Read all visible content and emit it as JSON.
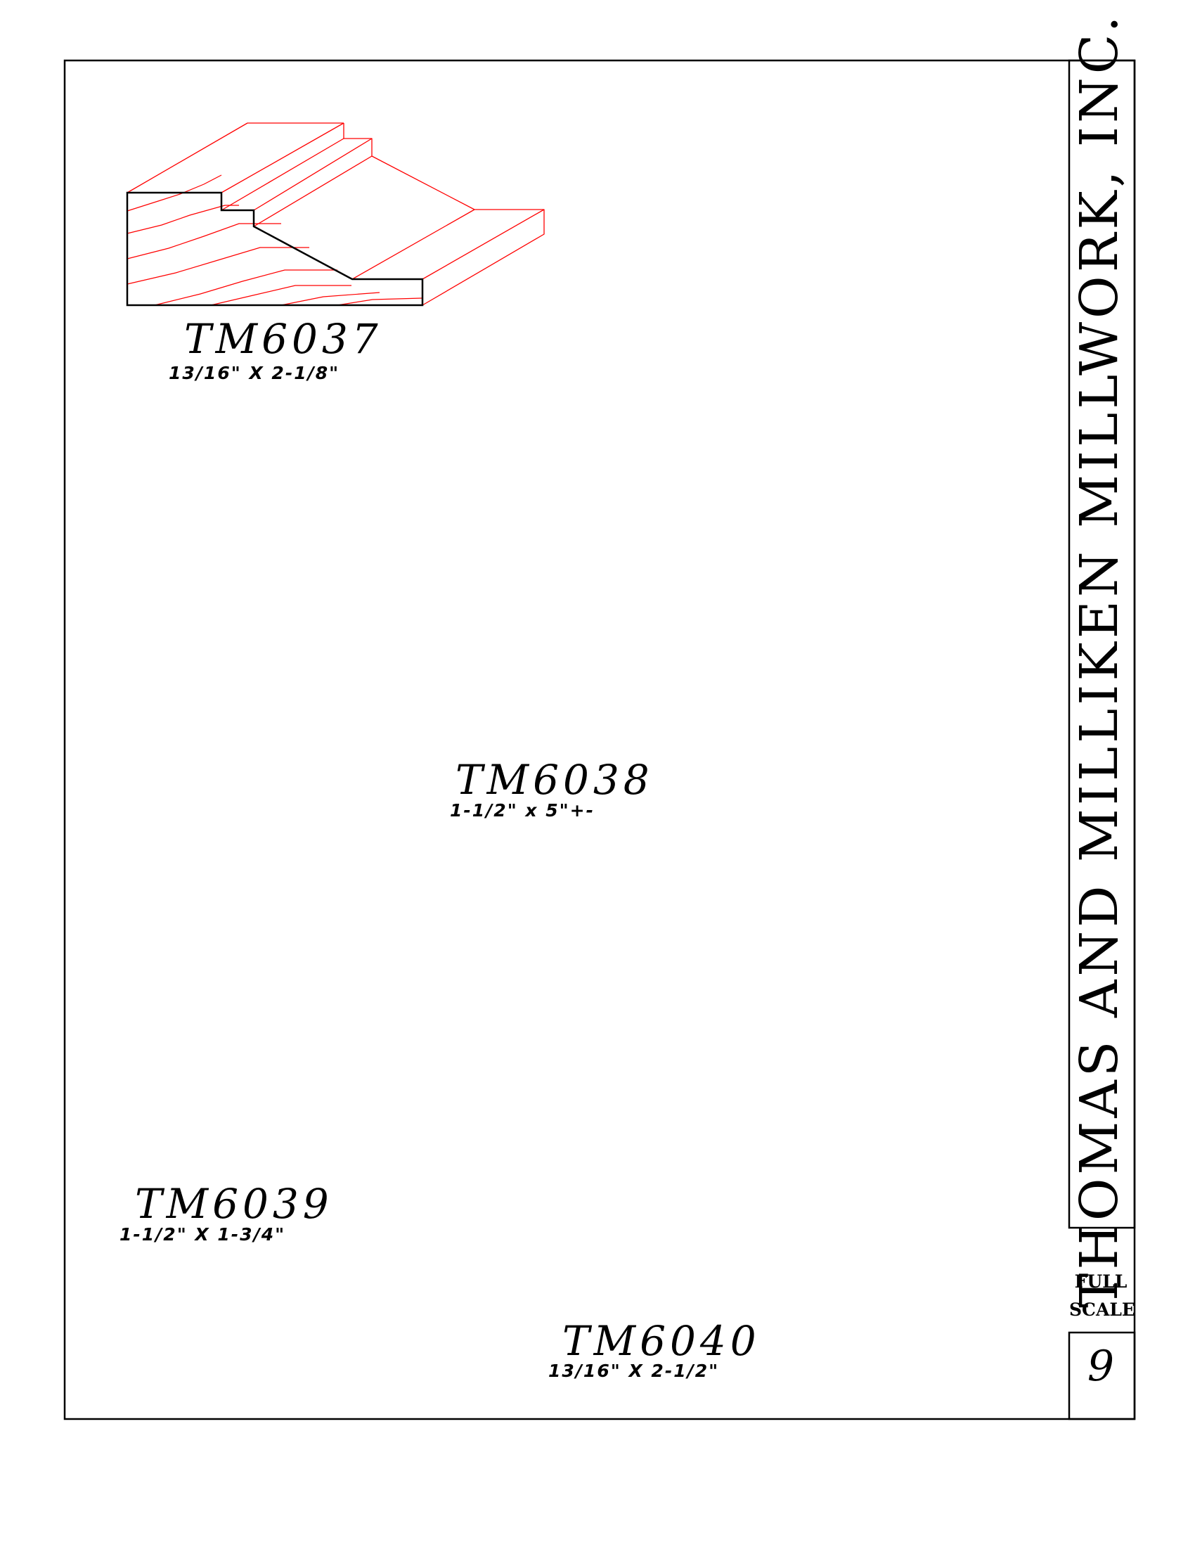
{
  "title_block": {
    "company": "THOMAS AND MILLIKEN MILLWORK, INC.",
    "scale_line1": "FULL",
    "scale_line2": "SCALE",
    "page_number": "9"
  },
  "profiles": [
    {
      "id": "TM6037",
      "size": "13/16\"  X  2-1/8\""
    },
    {
      "id": "TM6038",
      "size": "1-1/2\"  x  5\"+-"
    },
    {
      "id": "TM6039",
      "size": "1-1/2\"  X  1-3/4\""
    },
    {
      "id": "TM6040",
      "size": "13/16\"  X  2-1/2\""
    }
  ],
  "colors": {
    "profile_outline": "#000000",
    "extrusion_lines": "#ff0000",
    "wood_grain": "#ff0000",
    "frame": "#000000"
  }
}
